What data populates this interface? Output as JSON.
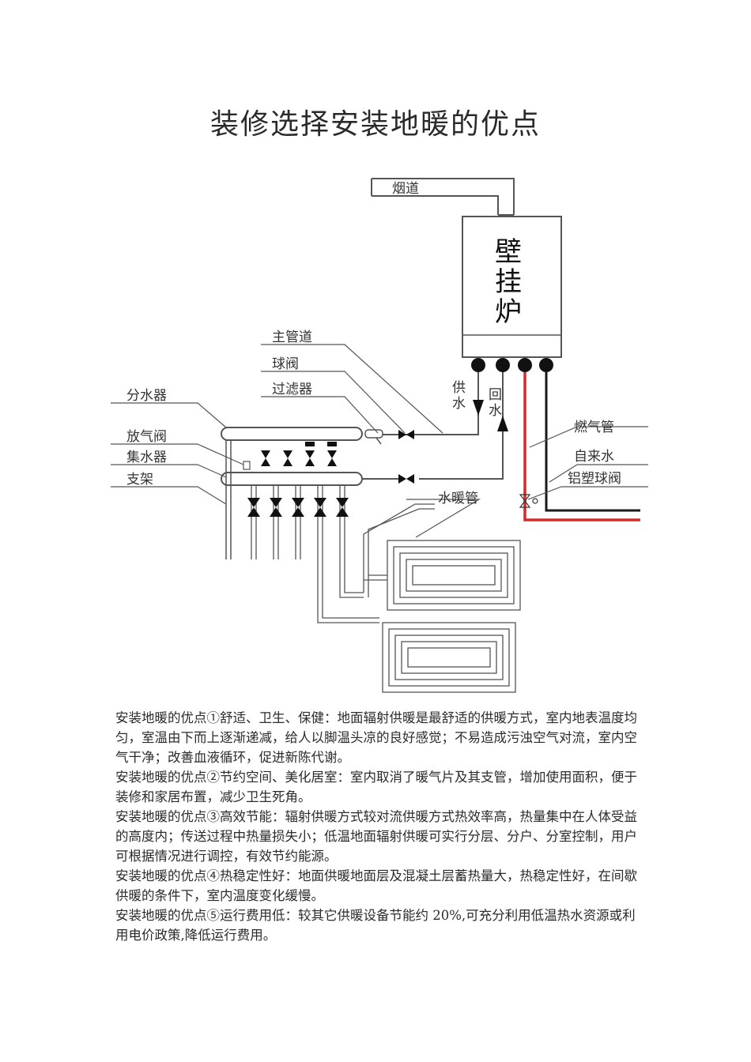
{
  "title": "装修选择安装地暖的优点",
  "diagram": {
    "labels": {
      "flue": "烟道",
      "boiler_line1": "壁",
      "boiler_line2": "挂",
      "boiler_line3": "炉",
      "main_pipe": "主管道",
      "ball_valve": "球阀",
      "filter": "过滤器",
      "distributor": "分水器",
      "air_vent": "放气阀",
      "collector": "集水器",
      "bracket": "支架",
      "supply_top": "供",
      "supply_bottom": "水",
      "return_top": "回",
      "return_bottom": "水",
      "gas_pipe": "燃气管",
      "tap_water": "自来水",
      "al_plastic_valve": "铝塑球阀",
      "heating_pipe": "水暖管"
    },
    "colors": {
      "line": "#555555",
      "gas_red": "#d42a2a",
      "dark": "#1a1a1a"
    }
  },
  "paragraphs": [
    "安装地暖的优点①舒适、卫生、保健：地面辐射供暖是最舒适的供暖方式，室内地表温度均匀，室温由下而上逐渐递减，给人以脚温头凉的良好感觉；不易造成污浊空气对流，室内空气干净；改善血液循环，促进新陈代谢。",
    "安装地暖的优点②节约空间、美化居室：室内取消了暖气片及其支管，增加使用面积，便于装修和家居布置，减少卫生死角。",
    "安装地暖的优点③高效节能：辐射供暖方式较对流供暖方式热效率高，热量集中在人体受益的高度内；传送过程中热量损失小；低温地面辐射供暖可实行分层、分户、分室控制，用户可根据情况进行调控，有效节约能源。",
    "安装地暖的优点④热稳定性好：地面供暖地面层及混凝土层蓄热量大，热稳定性好，在间歇供暖的条件下，室内温度变化缓慢。",
    "安装地暖的优点⑤运行费用低：较其它供暖设备节能约 20%,可充分利用低温热水资源或利用电价政策,降低运行费用。"
  ]
}
